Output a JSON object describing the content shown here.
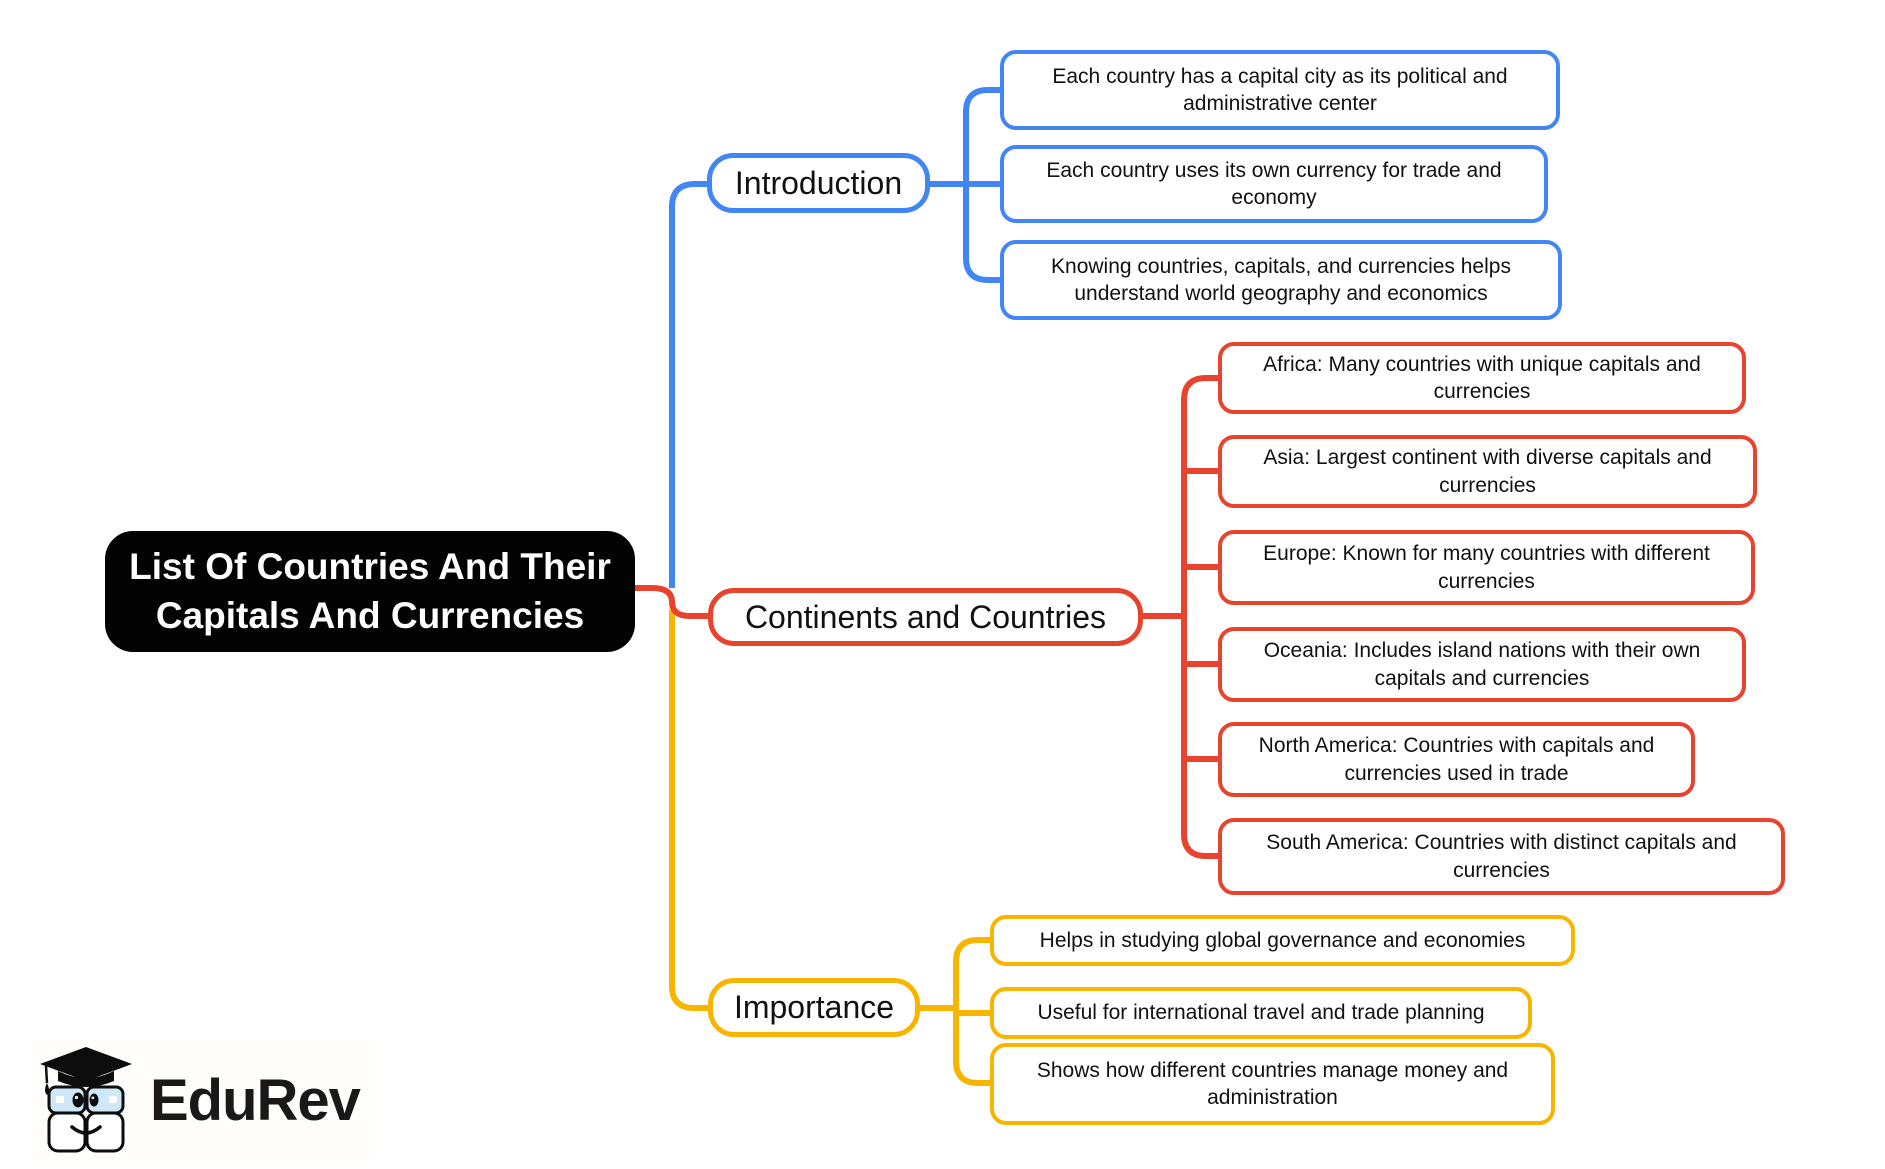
{
  "root": {
    "text": "List Of Countries And Their Capitals And Currencies",
    "lines": [
      "List Of Countries And Their",
      "Capitals And Currencies"
    ],
    "bg_color": "#030303",
    "text_color": "#ffffff"
  },
  "branches": [
    {
      "label": "Introduction",
      "color": "#4285F4",
      "leaves": [
        "Each country has a capital city as its political and administrative center",
        "Each country uses its own currency for trade and economy",
        "Knowing countries, capitals, and currencies helps understand world geography and economics"
      ]
    },
    {
      "label": "Continents and Countries",
      "color": "#E8432F",
      "leaves": [
        "Africa: Many countries with unique capitals and currencies",
        "Asia: Largest continent with diverse capitals and currencies",
        "Europe: Known for many countries with different currencies",
        "Oceania: Includes island nations with their own capitals and currencies",
        "North America: Countries with capitals and currencies used in trade",
        "South America: Countries with distinct capitals and currencies"
      ]
    },
    {
      "label": "Importance",
      "color": "#F7B500",
      "leaves": [
        "Helps in studying global governance and economies",
        "Useful for international travel and trade planning",
        "Shows how different countries manage money and administration"
      ]
    }
  ],
  "logo": {
    "brand": "EduRev"
  }
}
